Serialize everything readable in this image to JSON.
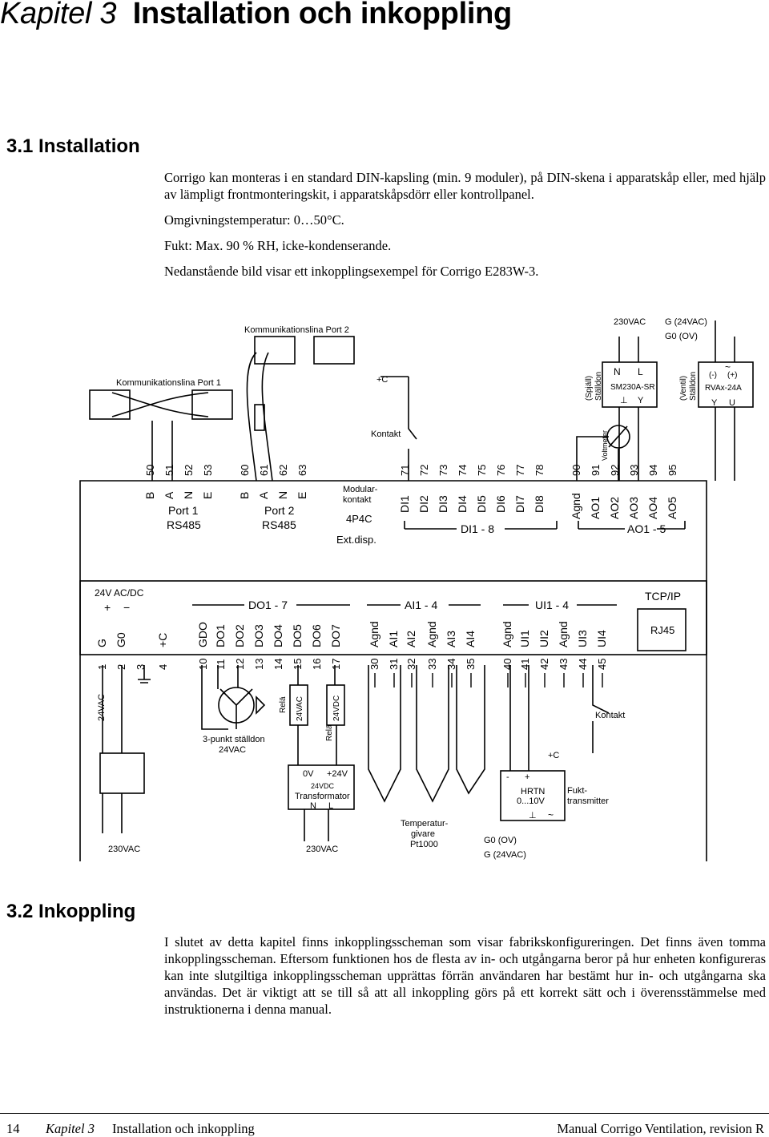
{
  "chapter": {
    "label": "Kapitel 3",
    "title": "Installation och inkoppling"
  },
  "section1": {
    "heading": "3.1 Installation",
    "p1": "Corrigo kan monteras i en standard DIN-kapsling (min. 9 moduler), på DIN-skena i apparatskåp eller, med hjälp av lämpligt frontmonteringskit, i apparatskåpsdörr eller kontrollpanel.",
    "p2": "Omgivningstemperatur: 0…50°C.",
    "p3": "Fukt: Max. 90 % RH, icke-kondenserande.",
    "p4": "Nedanstående bild visar ett inkopplingsexempel för Corrigo E283W-3."
  },
  "diagram": {
    "comm1": "Kommunikationslina Port 1",
    "comm2": "Kommunikationslina Port 2",
    "plus_c": "+C",
    "kontakt": "Kontakt",
    "v230": "230VAC",
    "g24": "G (24VAC)",
    "g0": "G0 (OV)",
    "spjall": "(Spjäll)",
    "stalldon": "Ställdon",
    "ventil": "(Ventil)",
    "N": "N",
    "L": "L",
    "sm230": "SM230A-SR",
    "perp": "⊥",
    "Y": "Y",
    "U": "U",
    "minus_p": "(-)",
    "plus_p": "(+)",
    "rvax": "RVAx-24A",
    "tilde": "~",
    "voltmeter": "Voltmeter",
    "top_terms": [
      {
        "num": "50",
        "lab": "B"
      },
      {
        "num": "51",
        "lab": "A"
      },
      {
        "num": "52",
        "lab": "N"
      },
      {
        "num": "53",
        "lab": "E"
      },
      {
        "num": "60",
        "lab": "B"
      },
      {
        "num": "61",
        "lab": "A"
      },
      {
        "num": "62",
        "lab": "N"
      },
      {
        "num": "63",
        "lab": "E"
      }
    ],
    "di_terms": [
      {
        "num": "71",
        "lab": "DI1"
      },
      {
        "num": "72",
        "lab": "DI2"
      },
      {
        "num": "73",
        "lab": "DI3"
      },
      {
        "num": "74",
        "lab": "DI4"
      },
      {
        "num": "75",
        "lab": "DI5"
      },
      {
        "num": "76",
        "lab": "DI6"
      },
      {
        "num": "77",
        "lab": "DI7"
      },
      {
        "num": "78",
        "lab": "DI8"
      }
    ],
    "ao_terms": [
      {
        "num": "90",
        "lab": "Agnd"
      },
      {
        "num": "91",
        "lab": "AO1"
      },
      {
        "num": "92",
        "lab": "AO2"
      },
      {
        "num": "93",
        "lab": "AO3"
      },
      {
        "num": "94",
        "lab": "AO4"
      },
      {
        "num": "95",
        "lab": "AO5"
      }
    ],
    "port1": "Port 1",
    "port2": "Port 2",
    "rs485": "RS485",
    "modular1": "Modular-",
    "modular2": "kontakt",
    "p4c": "4P4C",
    "extdisp": "Ext.disp.",
    "di_group": "DI1 - 8",
    "ao_group": "AO1 - 5",
    "pwr": "24V AC/DC",
    "plus": "+",
    "minus": "−",
    "do_group": "DO1 - 7",
    "ai_group": "AI1 - 4",
    "ui_group": "UI1 - 4",
    "tcpip": "TCP/IP",
    "rj45": "RJ45",
    "bottom_terms": [
      {
        "num": "1",
        "lab": "G"
      },
      {
        "num": "2",
        "lab": "G0"
      },
      {
        "num": "3",
        "lab": ""
      },
      {
        "num": "4",
        "lab": "+C"
      },
      {
        "num": "10",
        "lab": "GDO"
      },
      {
        "num": "11",
        "lab": "DO1"
      },
      {
        "num": "12",
        "lab": "DO2"
      },
      {
        "num": "13",
        "lab": "DO3"
      },
      {
        "num": "14",
        "lab": "DO4"
      },
      {
        "num": "15",
        "lab": "DO5"
      },
      {
        "num": "16",
        "lab": "DO6"
      },
      {
        "num": "17",
        "lab": "DO7"
      },
      {
        "num": "30",
        "lab": "Agnd"
      },
      {
        "num": "31",
        "lab": "AI1"
      },
      {
        "num": "32",
        "lab": "AI2"
      },
      {
        "num": "33",
        "lab": "Agnd"
      },
      {
        "num": "34",
        "lab": "AI3"
      },
      {
        "num": "35",
        "lab": "AI4"
      },
      {
        "num": "40",
        "lab": "Agnd"
      },
      {
        "num": "41",
        "lab": "UI1"
      },
      {
        "num": "42",
        "lab": "UI2"
      },
      {
        "num": "43",
        "lab": "Agnd"
      },
      {
        "num": "44",
        "lab": "UI3"
      },
      {
        "num": "45",
        "lab": "UI4"
      }
    ],
    "v24ac": "24VAC",
    "rela": "Relä",
    "r24vac": "24VAC",
    "r24vdc": "24VDC",
    "tri1": "3-punkt ställdon",
    "tri2": "24VAC",
    "tr_0v": "0V",
    "tr_24v": "+24V",
    "tr_24vdc": "24VDC",
    "tr_name": "Transformator",
    "temp1": "Temperatur-",
    "temp2": "givare",
    "temp3": "Pt1000",
    "hrtn": "HRTN",
    "hrtn_r": "0...10V",
    "fukt1": "Fukt-",
    "fukt2": "transmitter",
    "dash": "-"
  },
  "section2": {
    "heading": "3.2 Inkoppling",
    "p1": "I slutet av detta kapitel finns inkopplingsscheman som visar fabrikskonfigureringen. Det finns även tomma inkopplingsscheman. Eftersom funktionen hos de flesta av in- och utgångarna beror på hur enheten konfigureras kan inte slutgiltiga inkopplingsscheman upprättas förrän användaren har bestämt hur in- och utgångarna ska användas. Det är viktigt att se till så att all inkoppling görs på ett korrekt sätt och i överensstämmelse med instruktionerna i denna manual."
  },
  "footer": {
    "page": "14",
    "chapter": "Kapitel 3",
    "title": "Installation och inkoppling",
    "manual": "Manual Corrigo Ventilation, revision R"
  }
}
